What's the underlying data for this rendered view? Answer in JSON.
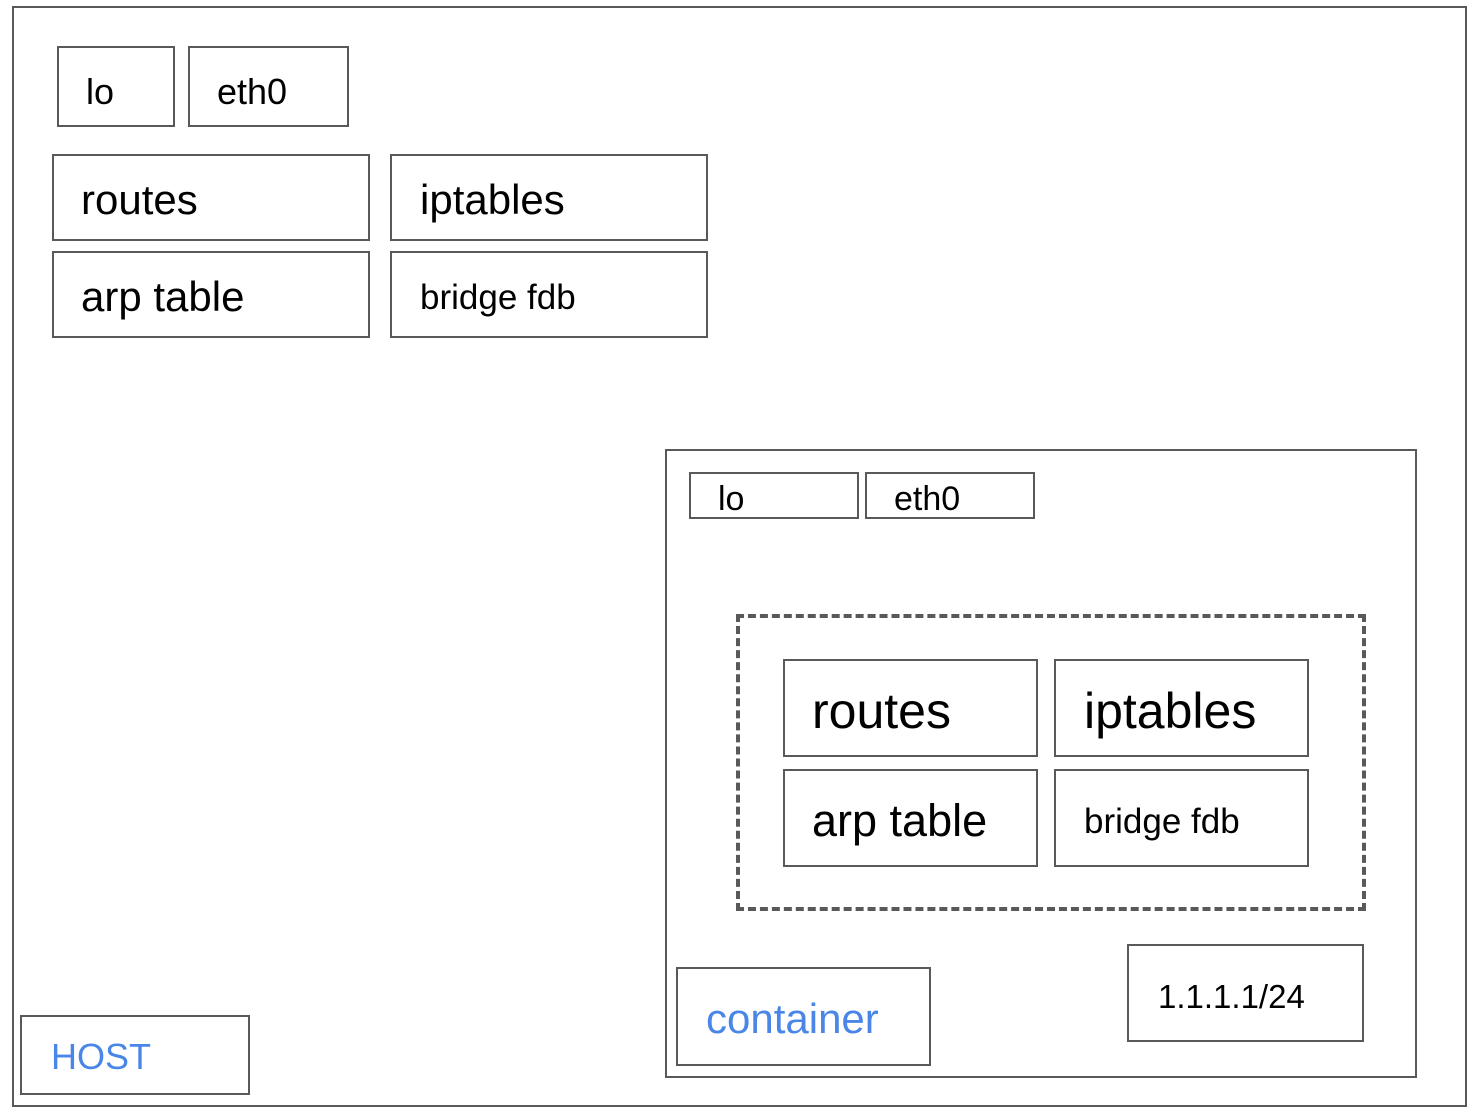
{
  "host": {
    "label": "HOST",
    "interfaces": [
      "lo",
      "eth0"
    ],
    "tables": [
      "routes",
      "iptables",
      "arp table",
      "bridge fdb"
    ]
  },
  "container": {
    "label": "container",
    "interfaces": [
      "lo",
      "eth0"
    ],
    "tables": [
      "routes",
      "iptables",
      "arp table",
      "bridge fdb"
    ],
    "address": "1.1.1.1/24"
  },
  "colors": {
    "border": "#595959",
    "label_accent": "#4a86e8"
  }
}
